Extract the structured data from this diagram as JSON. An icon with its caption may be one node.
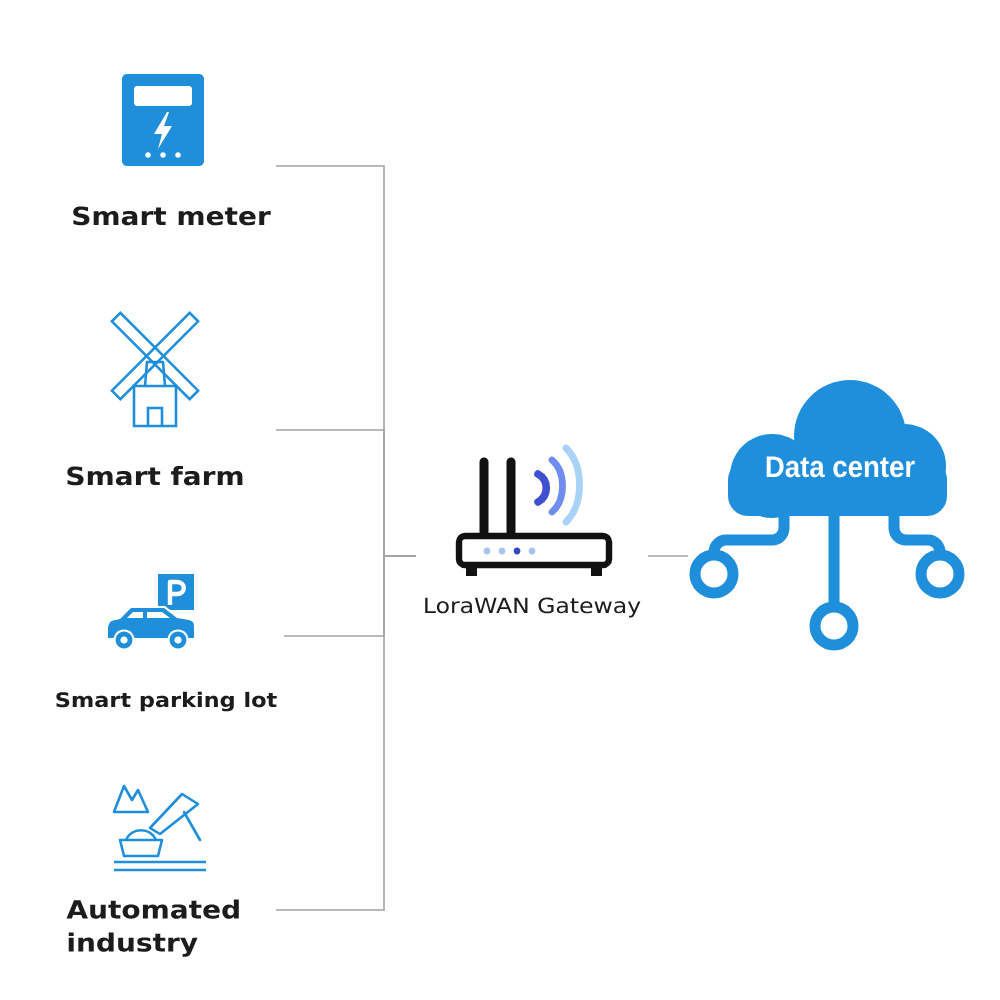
{
  "diagram": {
    "nodes": [
      {
        "text": [
          "Smart meter"
        ]
      },
      {
        "text": [
          "Smart farm"
        ]
      },
      {
        "text": [
          "Smart parking lot"
        ]
      },
      {
        "text": [
          "Automated industry"
        ]
      },
      {
        "text": [
          "LoraWAN Gateway"
        ]
      },
      {
        "text": [
          "Data center"
        ]
      }
    ],
    "edges": [
      {
        "from": 0,
        "to": 4,
        "arrow": "none"
      },
      {
        "from": 1,
        "to": 4,
        "arrow": "none"
      },
      {
        "from": 2,
        "to": 4,
        "arrow": "none"
      },
      {
        "from": 3,
        "to": 4,
        "arrow": "none"
      },
      {
        "from": 4,
        "to": 5,
        "arrow": "none"
      }
    ]
  }
}
